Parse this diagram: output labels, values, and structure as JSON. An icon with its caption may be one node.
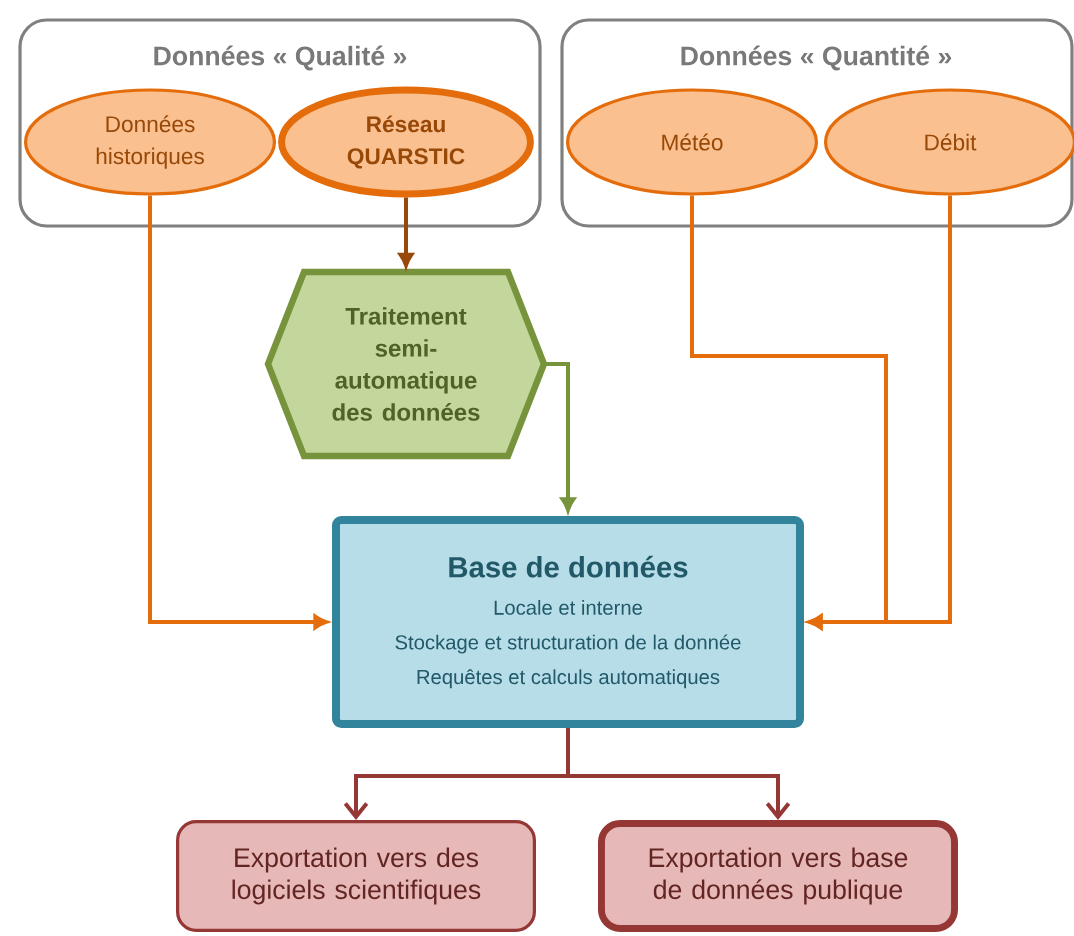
{
  "diagram": {
    "nodes": [
      {
        "text": [
          "Données « Qualité »"
        ]
      },
      {
        "text": [
          "Données historiques"
        ],
        "in": 0
      },
      {
        "text": [
          "Réseau QUARSTIC"
        ],
        "in": 0
      },
      {
        "text": [
          "Données « Quantité »"
        ]
      },
      {
        "text": [
          "Météo"
        ],
        "in": 3
      },
      {
        "text": [
          "Débit"
        ],
        "in": 3
      },
      {
        "text": [
          "Traitement semi-automatique des données"
        ]
      },
      {
        "text": [
          "Base de données",
          "Locale et interne",
          "Stockage et structuration de la donnée",
          "Requêtes et calculs automatiques"
        ]
      },
      {
        "text": [
          "Exportation vers des logiciels scientifiques"
        ]
      },
      {
        "text": [
          "Exportation vers base de données publique"
        ]
      }
    ],
    "edges": [
      {
        "from": 1,
        "to": 7,
        "arrow": "to"
      },
      {
        "from": 2,
        "to": 6,
        "arrow": "to",
        "color": "#984807"
      },
      {
        "from": 6,
        "to": 7,
        "arrow": "to",
        "color": "#77933c"
      },
      {
        "from": 4,
        "to": 7,
        "arrow": "to"
      },
      {
        "from": 5,
        "to": 7,
        "arrow": "to"
      },
      {
        "from": 7,
        "to": 8,
        "arrow": "to",
        "color": "#953735"
      },
      {
        "from": 7,
        "to": 9,
        "arrow": "to",
        "color": "#953735"
      }
    ]
  }
}
